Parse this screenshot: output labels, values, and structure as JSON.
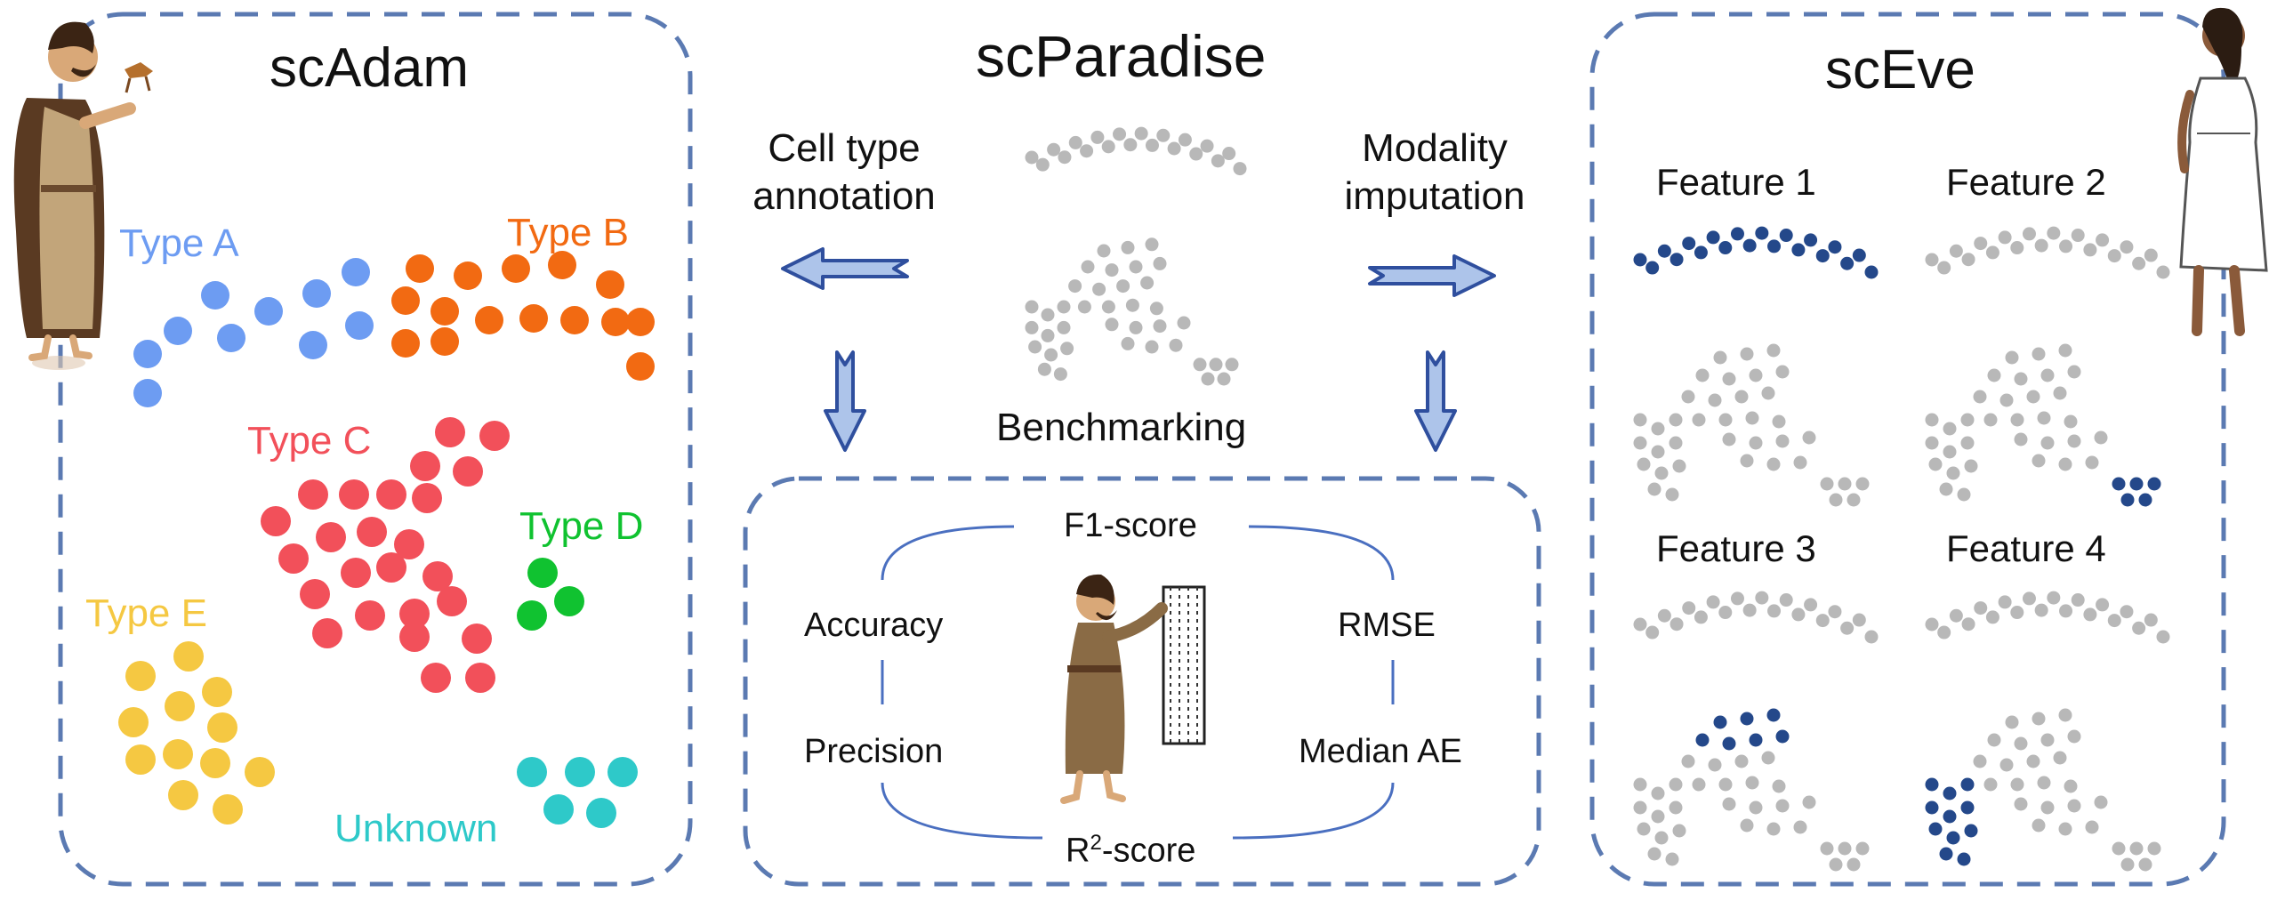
{
  "panels": {
    "adam": {
      "title": "scAdam"
    },
    "paradise": {
      "title": "scParadise"
    },
    "eve": {
      "title": "scEve"
    }
  },
  "center": {
    "left_task": "Cell type\nannotation",
    "right_task": "Modality\nimputation",
    "benchmark_label": "Benchmarking"
  },
  "metrics": {
    "top": "F1-score",
    "bottom_base": "R",
    "bottom_sup": "2",
    "bottom_rest": "-score",
    "accuracy": "Accuracy",
    "precision": "Precision",
    "rmse": "RMSE",
    "median_ae": "Median AE"
  },
  "cell_types": [
    {
      "label": "Type A",
      "color": "#6d9cf2"
    },
    {
      "label": "Type B",
      "color": "#f26a12"
    },
    {
      "label": "Type C",
      "color": "#f2505a"
    },
    {
      "label": "Type D",
      "color": "#10c230"
    },
    {
      "label": "Type E",
      "color": "#f5c842"
    },
    {
      "label": "Unknown",
      "color": "#2ec9c9"
    }
  ],
  "features": [
    {
      "label": "Feature 1",
      "highlight": "arc"
    },
    {
      "label": "Feature 2",
      "highlight": "small-cluster"
    },
    {
      "label": "Feature 3",
      "highlight": "c-shape-top"
    },
    {
      "label": "Feature 4",
      "highlight": "left-cluster"
    }
  ],
  "colors": {
    "dashed_border": "#5b7ab2",
    "arrow_fill": "#adc4ea",
    "arrow_stroke": "#2f4f9e",
    "gray_dot": "#b8b8b8",
    "highlight_dot": "#24488a",
    "bracket_line": "#4a6fc0"
  }
}
